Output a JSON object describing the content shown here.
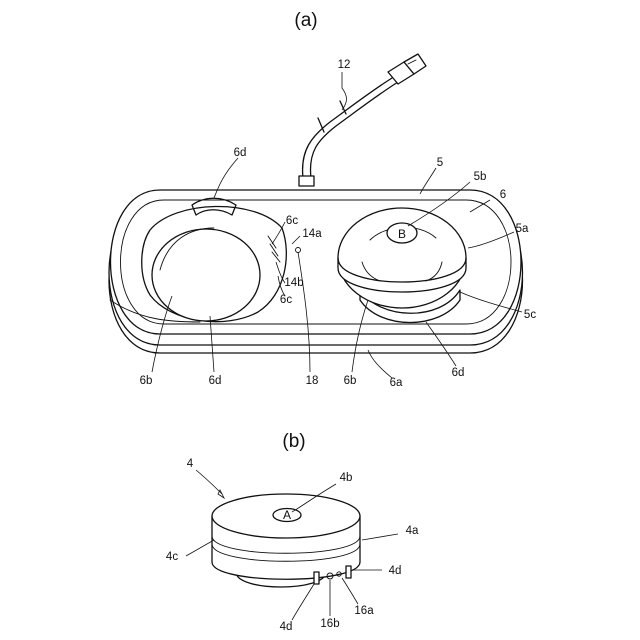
{
  "captions": {
    "a": "(a)",
    "b": "(b)"
  },
  "labels": {
    "l12": "12",
    "l6d_top": "6d",
    "l5": "5",
    "l5b": "5b",
    "l6": "6",
    "l5a": "5a",
    "l6c_top": "6c",
    "l14a": "14a",
    "l14b": "14b",
    "l6c_bot": "6c",
    "l5c": "5c",
    "l6b_left": "6b",
    "l6d_left": "6d",
    "l18": "18",
    "l6b_right": "6b",
    "l6a": "6a",
    "l6d_right": "6d",
    "l4": "4",
    "l4b": "4b",
    "l4a": "4a",
    "l4c": "4c",
    "l4d_right": "4d",
    "l4d_bottom": "4d",
    "l16b": "16b",
    "l16a": "16a"
  },
  "marks": {
    "b": "B",
    "a": "A"
  }
}
